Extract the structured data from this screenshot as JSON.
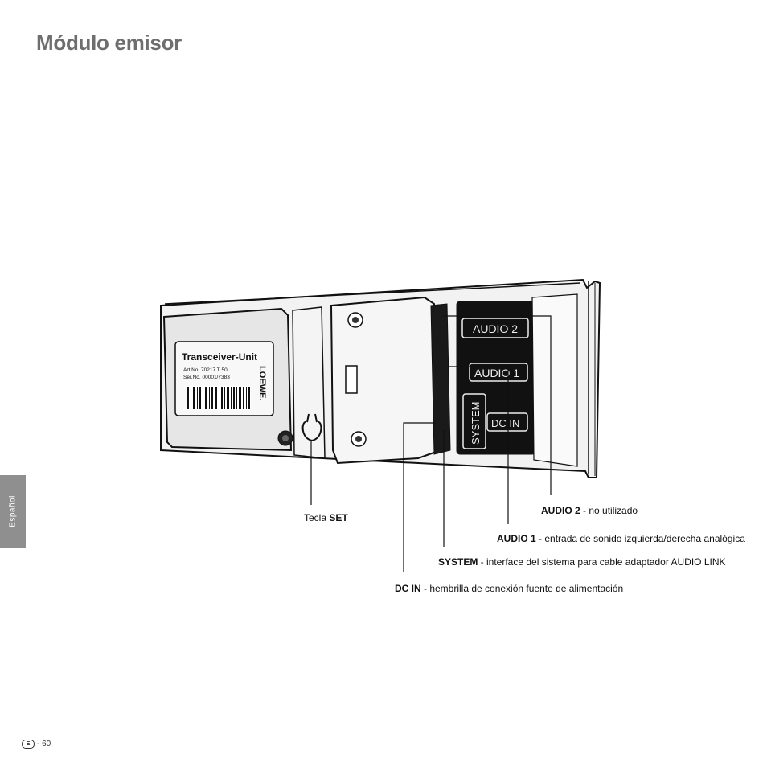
{
  "page": {
    "title": "Módulo emisor",
    "side_tab": "Español",
    "footer": {
      "lang_badge": "E",
      "page_number": "- 60"
    }
  },
  "device": {
    "label_title": "Transceiver-Unit",
    "label_art": "Art.No.  70217 T 50",
    "label_ser": "Ser.No.  00001/7383",
    "brand": "LOEWE.",
    "port_audio2": "AUDIO 2",
    "port_audio1": "AUDIO 1",
    "port_system": "SYSTEM",
    "port_dcin": "DC IN"
  },
  "callouts": {
    "set": {
      "prefix": "Tecla ",
      "bold": "SET",
      "text": ""
    },
    "audio2": {
      "bold": "AUDIO 2",
      "text": " - no utilizado"
    },
    "audio1": {
      "bold": "AUDIO 1",
      "text": " - entrada de sonido izquierda/derecha analógica"
    },
    "system": {
      "bold": "SYSTEM",
      "text": " - interface del sistema para cable adaptador AUDIO LINK"
    },
    "dcin": {
      "bold": "DC IN",
      "text": " - hembrilla de conexión fuente de alimentación"
    }
  }
}
